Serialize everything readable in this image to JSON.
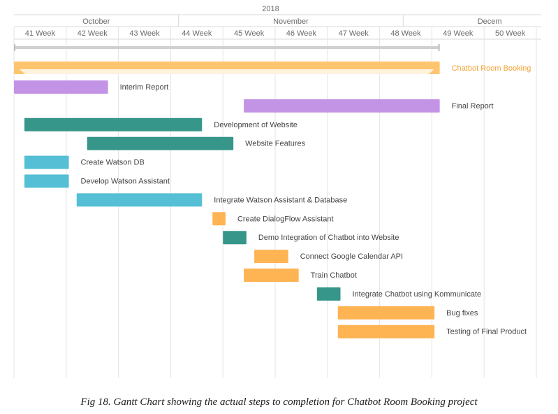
{
  "chart_data": {
    "type": "gantt",
    "title": "",
    "year_label": "2018",
    "months": [
      {
        "label": "October",
        "start": 40.2,
        "end": 43.65
      },
      {
        "label": "November",
        "start": 43.65,
        "end": 47.95
      },
      {
        "label": "Decem",
        "start": 47.95,
        "end": 51.3
      }
    ],
    "weeks": [
      "41 Week",
      "42 Week",
      "43 Week",
      "44 Week",
      "45 Week",
      "46 Week",
      "47 Week",
      "48 Week",
      "49 Week",
      "50 Week"
    ],
    "week_range": [
      40.5,
      50.5
    ],
    "timeline": {
      "start": 40.5,
      "end": 48.65
    },
    "project": {
      "name": "Chatbot Room Booking",
      "start": 40.5,
      "end": 48.65,
      "color": "#ffc56e"
    },
    "tasks": [
      {
        "name": "Interim Report",
        "start": 40.5,
        "end": 42.3,
        "color": "#c393e6"
      },
      {
        "name": "Final Report",
        "start": 44.9,
        "end": 48.65,
        "color": "#c393e6"
      },
      {
        "name": "Development of Website",
        "start": 40.7,
        "end": 44.1,
        "color": "#36968a"
      },
      {
        "name": "Website Features",
        "start": 41.9,
        "end": 44.7,
        "color": "#36968a"
      },
      {
        "name": "Create Watson DB",
        "start": 40.7,
        "end": 41.55,
        "color": "#54bfd5"
      },
      {
        "name": "Develop Watson Assistant",
        "start": 40.7,
        "end": 41.55,
        "color": "#54bfd5"
      },
      {
        "name": "Integrate Watson Assistant & Database",
        "start": 41.7,
        "end": 44.1,
        "color": "#54bfd5"
      },
      {
        "name": "Create DialogFlow Assistant",
        "start": 44.3,
        "end": 44.55,
        "color": "#ffb454"
      },
      {
        "name": "Demo Integration of Chatbot into Website",
        "start": 44.5,
        "end": 44.95,
        "color": "#36968a"
      },
      {
        "name": "Connect Google Calendar API",
        "start": 45.1,
        "end": 45.75,
        "color": "#ffb454"
      },
      {
        "name": "Train Chatbot",
        "start": 44.9,
        "end": 45.95,
        "color": "#ffb454"
      },
      {
        "name": "Integrate Chatbot using Kommunicate",
        "start": 46.3,
        "end": 46.75,
        "color": "#36968a"
      },
      {
        "name": "Bug fixes",
        "start": 46.7,
        "end": 48.55,
        "color": "#ffb454"
      },
      {
        "name": "Testing of Final Product",
        "start": 46.7,
        "end": 48.55,
        "color": "#ffb454"
      }
    ]
  },
  "caption": "Fig 18. Gantt Chart showing the actual steps to completion for Chatbot Room Booking project"
}
